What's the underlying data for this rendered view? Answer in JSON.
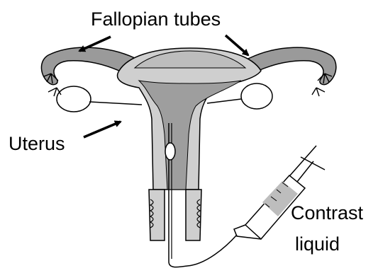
{
  "labels": {
    "fallopian_tubes": "Fallopian tubes",
    "uterus": "Uterus",
    "contrast_line1": "Contrast",
    "contrast_line2": "liquid"
  },
  "colors": {
    "outline": "#000000",
    "tube_fill": "#9a9a9a",
    "uterus_light": "#cfcfcf",
    "uterus_dark": "#9e9e9e",
    "ovary_fill": "#ffffff",
    "contrast_fill": "#bdbdbd",
    "background": "#ffffff"
  }
}
